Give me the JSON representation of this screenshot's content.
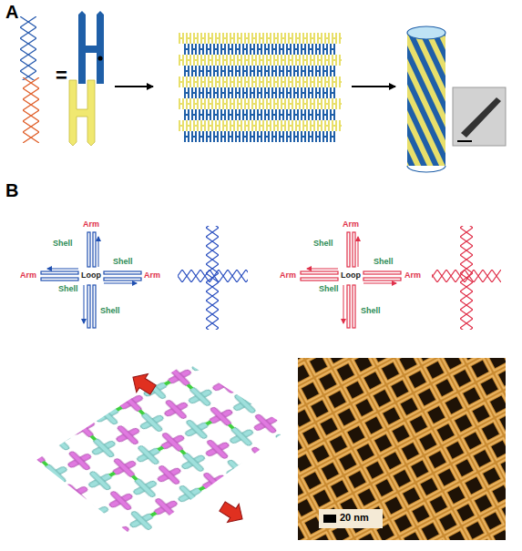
{
  "diagram": {
    "labels": [
      "A",
      "=",
      "B",
      "Arm",
      "Shell",
      "Shell",
      "Arm",
      "Loop",
      "Arm",
      "Shell",
      "Shell",
      "Arm",
      "Shell",
      "Shell",
      "Arm",
      "Loop",
      "Arm",
      "Shell",
      "Shell",
      "20 nm"
    ]
  }
}
